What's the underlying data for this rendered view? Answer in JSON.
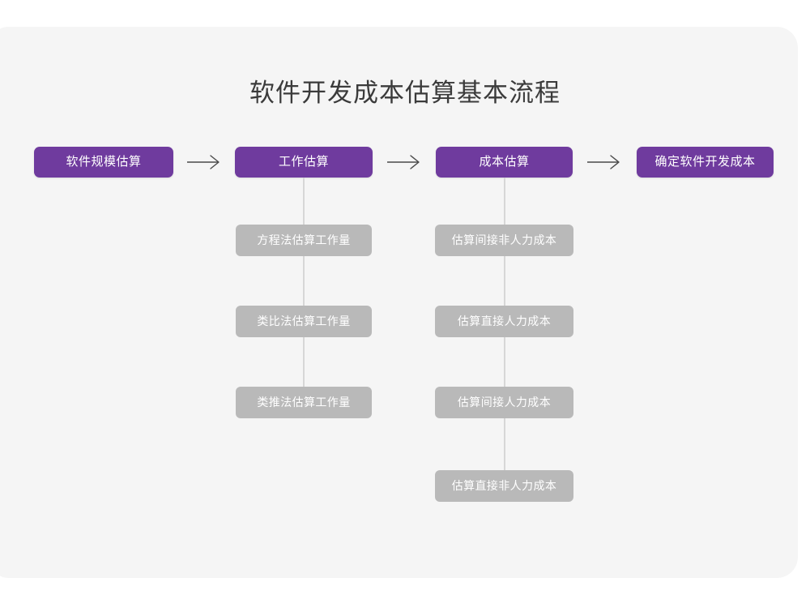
{
  "title": "软件开发成本估算基本流程",
  "colors": {
    "card_background": "#f5f5f5",
    "page_background": "#ffffff",
    "primary_box": "#6f3b9e",
    "secondary_box": "#b9b9b9",
    "connector_line": "#d7d7d7",
    "title_text": "#3b3b3b",
    "box_text": "#ffffff",
    "arrow": "#4a4a4a"
  },
  "flow": {
    "arrow_icon": "arrow-right-icon",
    "main_steps": [
      {
        "label": "软件规模估算"
      },
      {
        "label": "工作估算"
      },
      {
        "label": "成本估算"
      },
      {
        "label": "确定软件开发成本"
      }
    ],
    "arrows": [
      {
        "label": "⟶"
      },
      {
        "label": "⟶"
      },
      {
        "label": "⟶"
      }
    ],
    "substeps_effort": [
      {
        "label": "方程法估算工作量"
      },
      {
        "label": "类比法估算工作量"
      },
      {
        "label": "类推法估算工作量"
      }
    ],
    "substeps_cost": [
      {
        "label": "估算间接非人力成本"
      },
      {
        "label": "估算直接人力成本"
      },
      {
        "label": "估算间接人力成本"
      },
      {
        "label": "估算直接非人力成本"
      }
    ]
  }
}
